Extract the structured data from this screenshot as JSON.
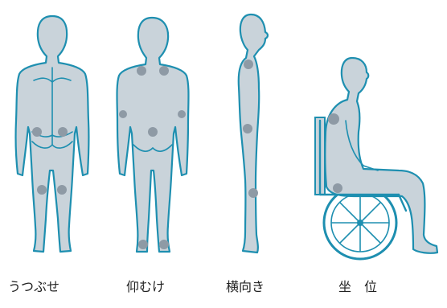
{
  "captions": {
    "prone": "うつぶせ",
    "supine": "仰むけ",
    "side": "横向き",
    "sitting": "坐　位"
  },
  "colors": {
    "body_fill": "#c9d3da",
    "outline": "#1e8fb0",
    "pressure_spot": "#8e9aa5",
    "caption_text": "#222222"
  }
}
